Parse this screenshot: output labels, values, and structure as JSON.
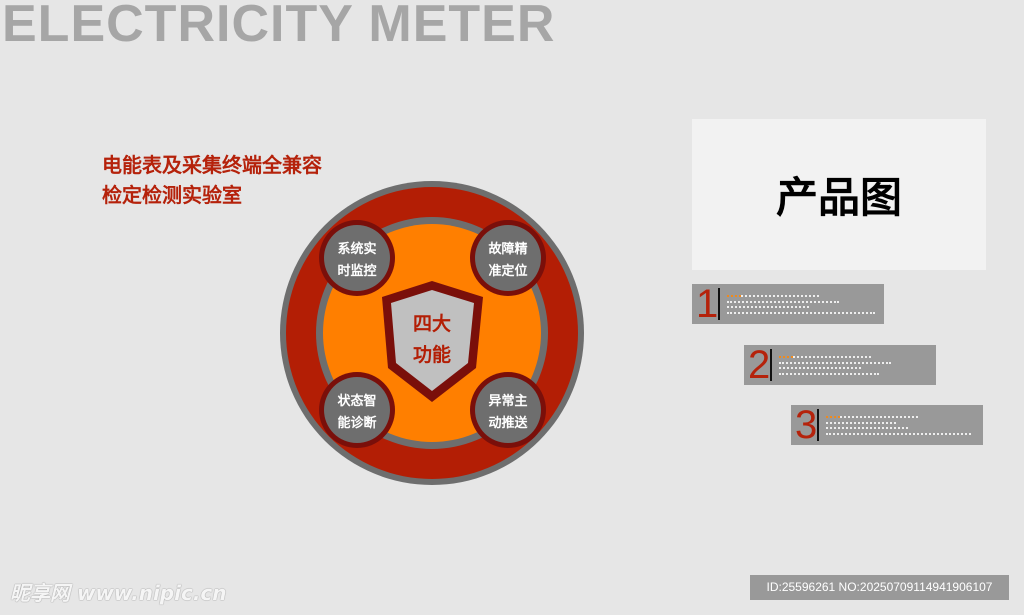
{
  "header": {
    "title": "ELECTRICITY METER"
  },
  "subtitle": {
    "line1": "电能表及采集终端全兼容",
    "line2": "检定检测实验室"
  },
  "diagram": {
    "center": {
      "line1": "四大",
      "line2": "功能"
    },
    "functions": [
      {
        "line1": "系统实",
        "line2": "时监控"
      },
      {
        "line1": "故障精",
        "line2": "准定位"
      },
      {
        "line1": "状态智",
        "line2": "能诊断"
      },
      {
        "line1": "异常主",
        "line2": "动推送"
      }
    ]
  },
  "product": {
    "label": "产品图"
  },
  "steps": [
    {
      "num": "1"
    },
    {
      "num": "2"
    },
    {
      "num": "3"
    }
  ],
  "footer": {
    "watermark": "昵享网 www.nipic.cn",
    "id": "ID:25596261 NO:20250709114941906107"
  }
}
